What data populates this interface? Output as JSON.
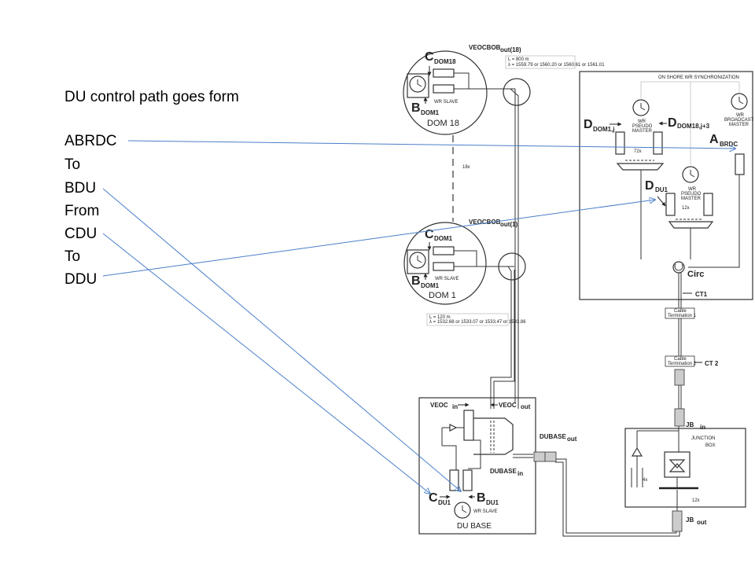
{
  "slide": {
    "text_lines": [
      "DU control path goes form",
      "ABRDC",
      "To",
      "BDU",
      "From",
      "CDU",
      "To",
      "DDU"
    ]
  },
  "diagram": {
    "dom18": {
      "title": "DOM 18",
      "c_label": "C",
      "c_sub": "DOM18",
      "b_label": "B",
      "b_sub": "DOM1",
      "wr_slave": "WR SLAVE",
      "veocbob": "VEOCBOB",
      "veocbob_sub": "out(18)",
      "fiber_spec_1": "L = 800 m",
      "fiber_spec_2": "λ = 1559.79 or 1560.20 or 1560.61 or 1561.01"
    },
    "dom1": {
      "title": "DOM 1",
      "c_label": "C",
      "c_sub": "DOM1",
      "b_label": "B",
      "b_sub": "DOM1",
      "wr_slave": "WR SLAVE",
      "veocbob": "VEOCBOB",
      "veocbob_sub": "out(1)",
      "fiber_spec_1": "L = 120 m",
      "fiber_spec_2": "λ = 1532.68 or 1533.07 or 1533.47 or 1533.86"
    },
    "multiplier_18x": "18x",
    "onshore": {
      "title": "ON SHORE WR SYNCHRONIZATION",
      "d1_label": "D",
      "d1_sub": "DOM1,j",
      "d18_label": "D",
      "d18_sub": "DOM18,j+3",
      "pseudo_master_1": "WR",
      "pseudo_master_2": "PSEUDO",
      "pseudo_master_3": "MASTER",
      "mult_72x": "72x",
      "broadcast_1": "WR",
      "broadcast_2": "BROADCAST",
      "broadcast_3": "MASTER",
      "a_label": "A",
      "a_sub": "BRDC",
      "ddu_label": "D",
      "ddu_sub": "DU1",
      "mult_12x": "12x",
      "circ": "Circ",
      "ct1": "CT1"
    },
    "cable_term_1_a": "Cable",
    "cable_term_1_b": "Termination 1",
    "cable_term_2_a": "Cable",
    "cable_term_2_b": "Termination 2",
    "ct2": "CT 2",
    "junction_box": {
      "jb_in": "JB",
      "jb_in_sub": "in",
      "title_1": "JUNCTION",
      "title_2": "BOX",
      "mult_4x": "4x",
      "mult_12x": "12x",
      "jb_out": "JB",
      "jb_out_sub": "out"
    },
    "du_base": {
      "title": "DU BASE",
      "veoc_in": "VEOC",
      "veoc_in_sub": "in",
      "veoc_out": "VEOC",
      "veoc_out_sub": "out",
      "dubase_out": "DUBASE",
      "dubase_out_sub": "out",
      "dubase_in": "DUBASE",
      "dubase_in_sub": "in",
      "c_label": "C",
      "c_sub": "DU1",
      "b_label": "B",
      "b_sub": "DU1",
      "wr_slave": "WR SLAVE"
    }
  },
  "colors": {
    "arrow": "#4a7ec9",
    "line": "#333333",
    "text": "#000000"
  }
}
